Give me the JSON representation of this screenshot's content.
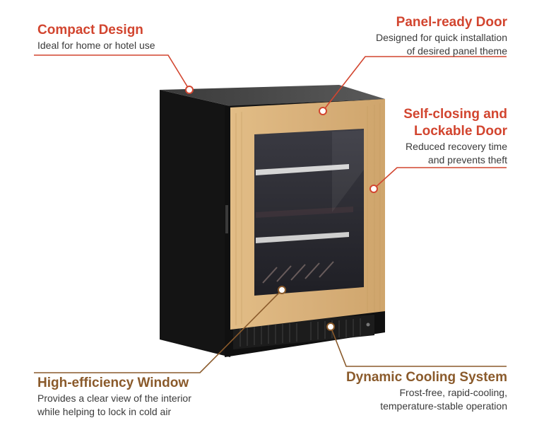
{
  "colors": {
    "accent_red": "#d2452f",
    "accent_brown": "#8a5a2b",
    "body_black": "#151515",
    "wood_panel": "#d9b27c",
    "glass_dark": "#2a2a30",
    "steel_top": "#4a4a4a"
  },
  "callouts": {
    "compact": {
      "title": "Compact Design",
      "desc": [
        "Ideal for home or hotel use"
      ]
    },
    "panel": {
      "title": "Panel-ready Door",
      "desc": [
        "Designed for quick installation",
        "of desired panel theme"
      ]
    },
    "selfclosing": {
      "title": [
        "Self-closing and",
        "Lockable Door"
      ],
      "desc": [
        "Reduced recovery time",
        "and prevents theft"
      ]
    },
    "window": {
      "title": "High-efficiency Window",
      "desc": [
        "Provides a clear view of the interior",
        "while helping to lock in cold air"
      ]
    },
    "cooling": {
      "title": "Dynamic Cooling System",
      "desc": [
        "Frost-free, rapid-cooling,",
        "temperature-stable operation"
      ]
    }
  },
  "product": {
    "image_subject": "undercounter beverage cooler with panel-ready wood door"
  }
}
